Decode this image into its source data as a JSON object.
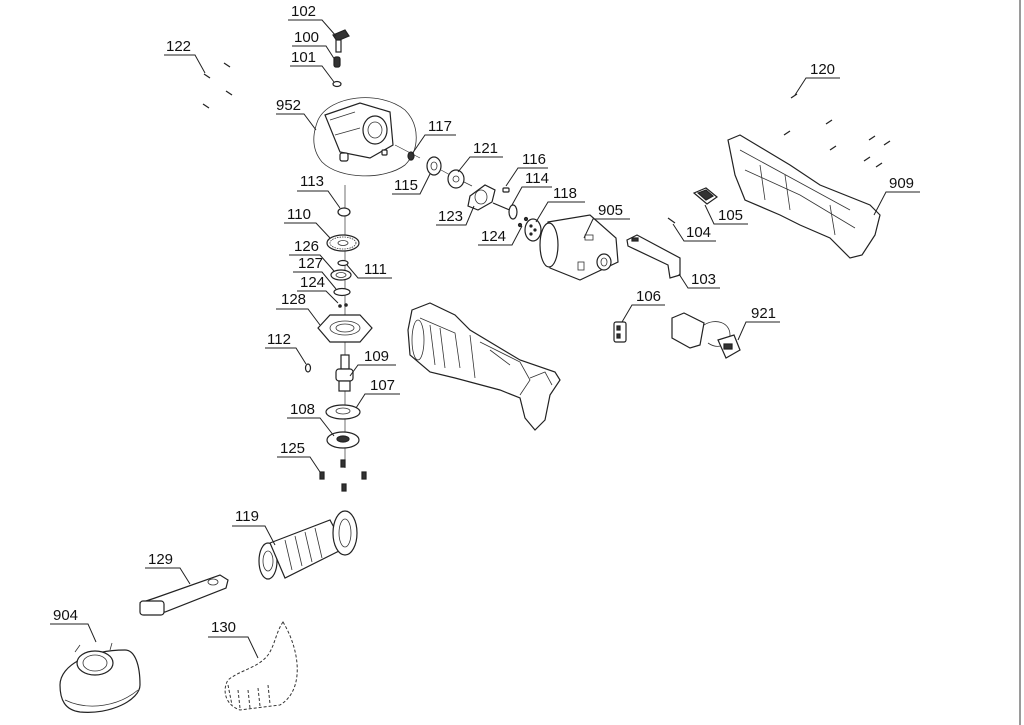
{
  "diagram": {
    "type": "exploded-parts-diagram",
    "subject": "cordless angle grinder",
    "parts": [
      {
        "id": "102",
        "label": "102"
      },
      {
        "id": "100",
        "label": "100"
      },
      {
        "id": "101",
        "label": "101"
      },
      {
        "id": "122",
        "label": "122"
      },
      {
        "id": "952",
        "label": "952"
      },
      {
        "id": "117",
        "label": "117"
      },
      {
        "id": "115",
        "label": "115"
      },
      {
        "id": "121",
        "label": "121"
      },
      {
        "id": "116",
        "label": "116"
      },
      {
        "id": "114",
        "label": "114"
      },
      {
        "id": "123",
        "label": "123"
      },
      {
        "id": "118",
        "label": "118"
      },
      {
        "id": "124a",
        "label": "124"
      },
      {
        "id": "905",
        "label": "905"
      },
      {
        "id": "113",
        "label": "113"
      },
      {
        "id": "110",
        "label": "110"
      },
      {
        "id": "126",
        "label": "126"
      },
      {
        "id": "111",
        "label": "111"
      },
      {
        "id": "127",
        "label": "127"
      },
      {
        "id": "124b",
        "label": "124"
      },
      {
        "id": "128",
        "label": "128"
      },
      {
        "id": "112",
        "label": "112"
      },
      {
        "id": "109",
        "label": "109"
      },
      {
        "id": "107",
        "label": "107"
      },
      {
        "id": "108",
        "label": "108"
      },
      {
        "id": "125",
        "label": "125"
      },
      {
        "id": "120",
        "label": "120"
      },
      {
        "id": "909",
        "label": "909"
      },
      {
        "id": "105",
        "label": "105"
      },
      {
        "id": "104",
        "label": "104"
      },
      {
        "id": "103",
        "label": "103"
      },
      {
        "id": "106",
        "label": "106"
      },
      {
        "id": "921",
        "label": "921"
      },
      {
        "id": "119",
        "label": "119"
      },
      {
        "id": "129",
        "label": "129"
      },
      {
        "id": "904",
        "label": "904"
      },
      {
        "id": "130",
        "label": "130"
      }
    ]
  }
}
